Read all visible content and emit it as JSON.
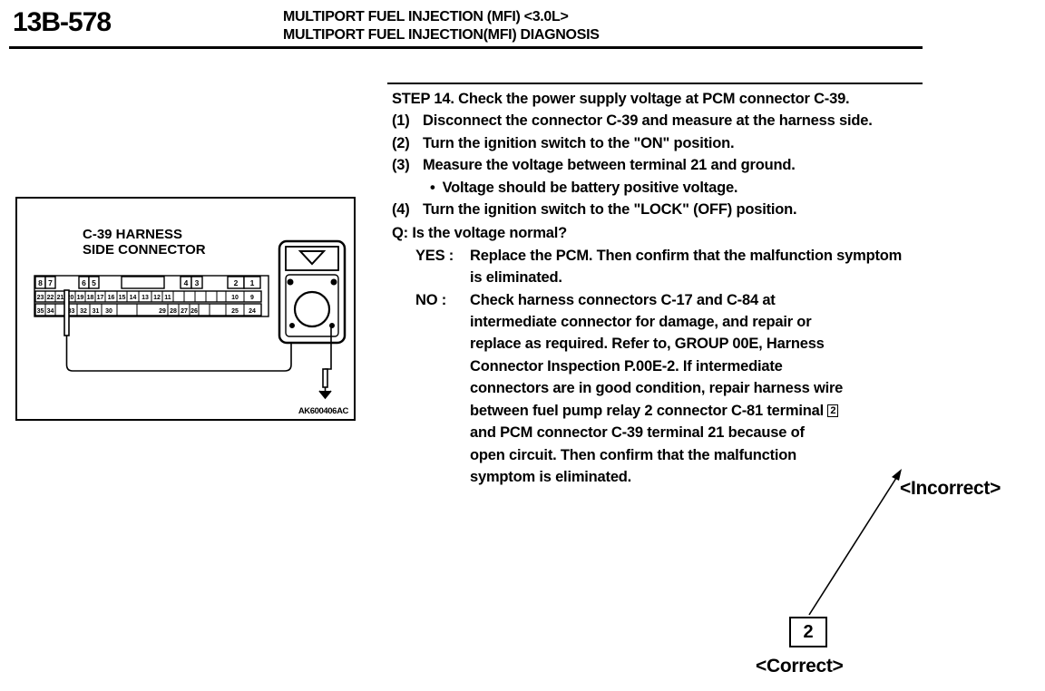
{
  "header": {
    "page_number": "13B-578",
    "title": "MULTIPORT FUEL INJECTION (MFI) <3.0L>",
    "subtitle": "MULTIPORT FUEL INJECTION(MFI) DIAGNOSIS"
  },
  "step": {
    "title": "STEP 14. Check the power supply voltage at PCM connector C-39.",
    "items": [
      {
        "num": "(1)",
        "text": "Disconnect the connector C-39 and measure at the harness side."
      },
      {
        "num": "(2)",
        "text": "Turn the ignition switch to the \"ON\" position."
      },
      {
        "num": "(3)",
        "text": "Measure the voltage between terminal 21 and ground."
      },
      {
        "num": "(4)",
        "text": "Turn the ignition switch to the \"LOCK\" (OFF) position."
      }
    ],
    "bullet": "Voltage should be battery positive voltage.",
    "question": "Q: Is the voltage normal?",
    "yes_label": "YES :",
    "yes_text": "Replace the PCM. Then confirm that the malfunction symptom is eliminated.",
    "no_label": "NO :",
    "no_lines": [
      "Check harness connectors C-17 and C-84 at",
      "intermediate connector for damage, and repair or",
      "replace as required. Refer to, GROUP 00E, Harness",
      "Connector Inspection P.00E-2. If intermediate",
      "connectors are in good condition, repair harness wire",
      "between fuel pump relay 2 connector C-81 terminal",
      "and PCM connector C-39 terminal 21 because of",
      "open circuit. Then confirm that the malfunction",
      "symptom is eliminated."
    ],
    "no_terminal_marker": "2"
  },
  "diagram": {
    "title_line1": "C-39  HARNESS",
    "title_line2": "SIDE  CONNECTOR",
    "code": "AK600406AC",
    "pins_top": [
      "8",
      "7",
      "6",
      "5",
      "4",
      "3",
      "2",
      "1"
    ],
    "pins_mid": [
      "23",
      "22",
      "21",
      "20",
      "19",
      "18",
      "17",
      "16",
      "15",
      "14",
      "13",
      "12",
      "11",
      "10",
      "9"
    ],
    "pins_bot": [
      "35",
      "34",
      "33",
      "32",
      "31",
      "30",
      "29",
      "28",
      "27",
      "26",
      "25",
      "24"
    ]
  },
  "annotation": {
    "incorrect_label": "<Incorrect>",
    "correct_value": "2",
    "correct_label": "<Correct>"
  }
}
